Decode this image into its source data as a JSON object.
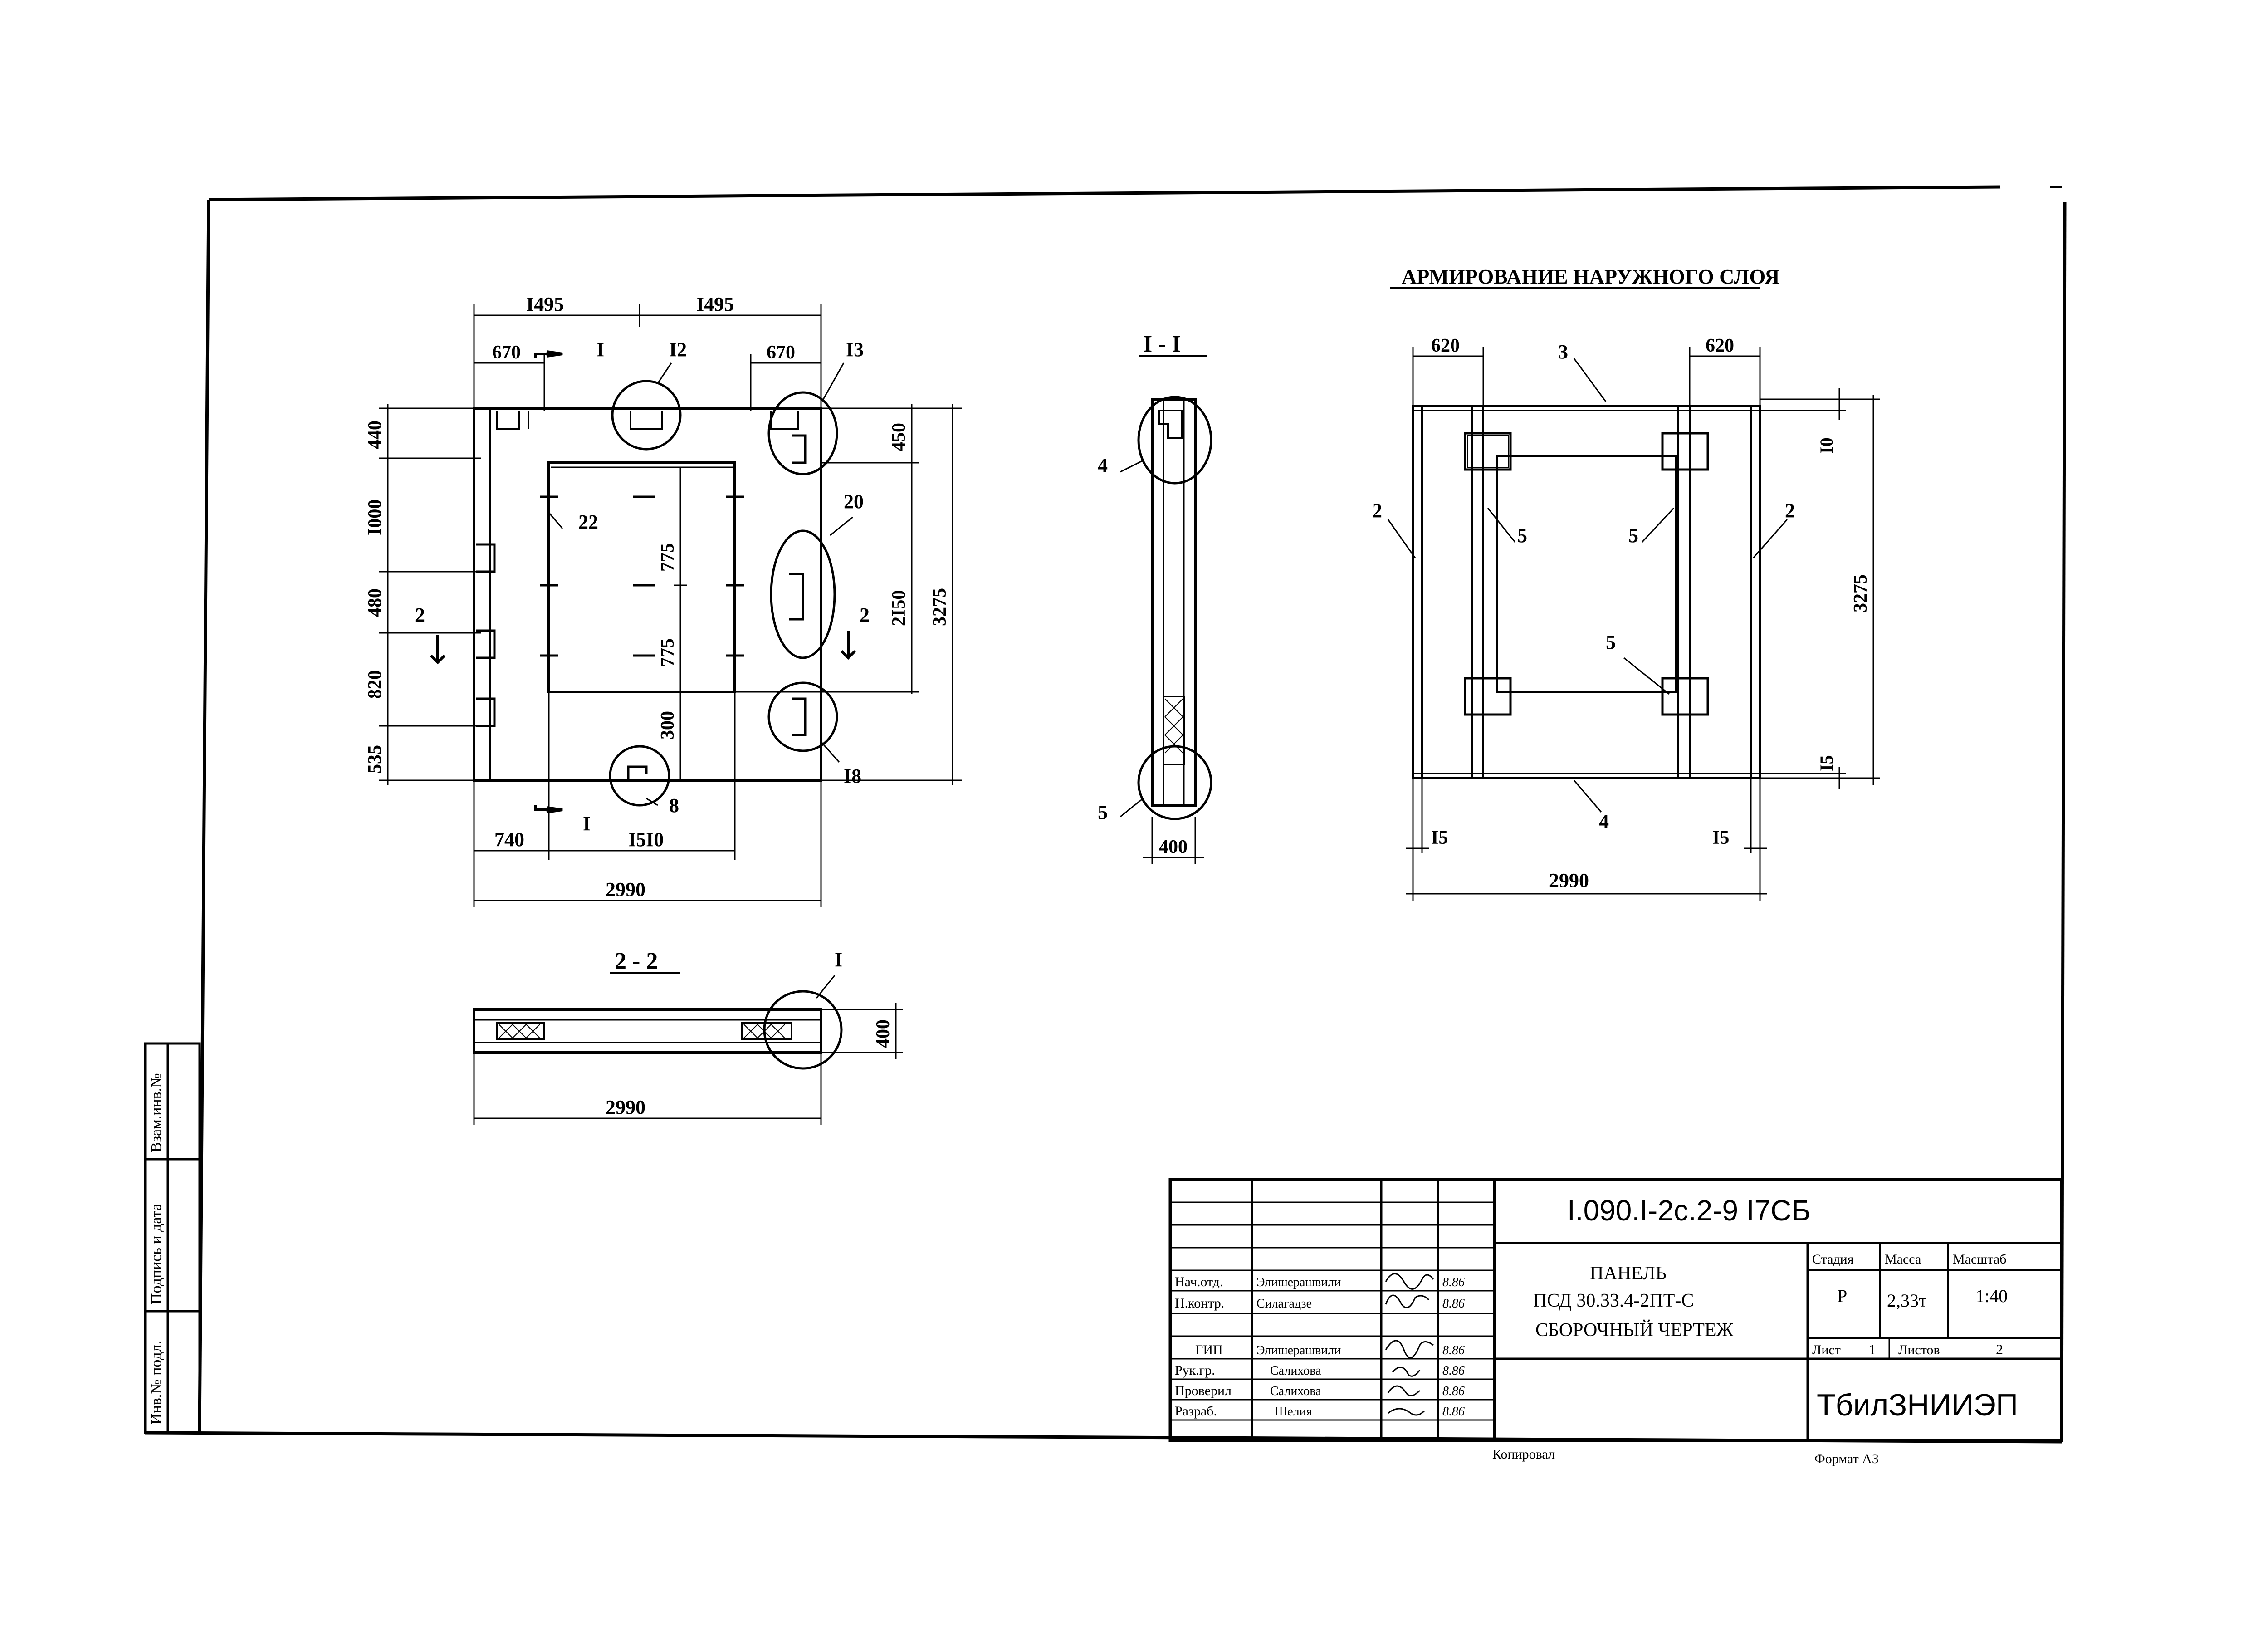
{
  "plan": {
    "dims_top": [
      "I495",
      "I495"
    ],
    "dims_top2": [
      "670",
      "670"
    ],
    "dims_left": [
      "440",
      "I000",
      "480",
      "820",
      "535"
    ],
    "dims_right": [
      "450",
      "2I50",
      "3275"
    ],
    "dims_inner": [
      "775",
      "775",
      "300"
    ],
    "dims_bottom": [
      "740",
      "I5I0",
      "2990"
    ],
    "callouts": [
      "I2",
      "I3",
      "20",
      "22",
      "I8",
      "8"
    ],
    "section_marks": [
      "I",
      "I",
      "2",
      "2"
    ]
  },
  "section_1_1": {
    "title": "I - I",
    "callouts": [
      "4",
      "5"
    ],
    "dim": "400"
  },
  "section_2_2": {
    "title": "2 - 2",
    "callout": "I",
    "dim_width": "2990",
    "dim_height": "400"
  },
  "reinforcement": {
    "title": "АРМИРОВАНИЕ НАРУЖНОГО СЛОЯ",
    "dims_top": [
      "620",
      "620"
    ],
    "callouts": [
      "3",
      "2",
      "2",
      "5",
      "5",
      "5",
      "4"
    ],
    "dims_right": [
      "I0",
      "3275",
      "I5"
    ],
    "dims_bottom": [
      "I5",
      "I5",
      "2990"
    ]
  },
  "side_stamp": [
    "Взам.инв.№",
    "Подпись и дата",
    "Инв.№ подл."
  ],
  "title_block": {
    "code": "I.090.I-2с.2-9   I7СБ",
    "name_lines": [
      "ПАНЕЛЬ",
      "ПСД 30.33.4-2ПТ-С",
      "СБОРОЧНЫЙ ЧЕРТЕЖ"
    ],
    "roles": [
      "Нач.отд.",
      "Н.контр.",
      "ГИП",
      "Рук.гр.",
      "Проверил",
      "Разраб."
    ],
    "names": [
      "Элишерашвили",
      "Силагадзе",
      "Элишерашвили",
      "Салихова",
      "Салихова",
      "Шелия"
    ],
    "dates": [
      "8.86",
      "8.86",
      "8.86",
      "8.86",
      "8.86",
      "8.86"
    ],
    "stage_label": "Стадия",
    "mass_label": "Масса",
    "scale_label": "Масштаб",
    "stage": "Р",
    "mass": "2,33т",
    "scale": "1:40",
    "sheet_label": "Лист",
    "sheet": "1",
    "sheets_label": "Листов",
    "sheets": "2",
    "org": "ТбилЗНИИЭП"
  },
  "footer": {
    "copied": "Копировал",
    "format": "Формат А3"
  }
}
